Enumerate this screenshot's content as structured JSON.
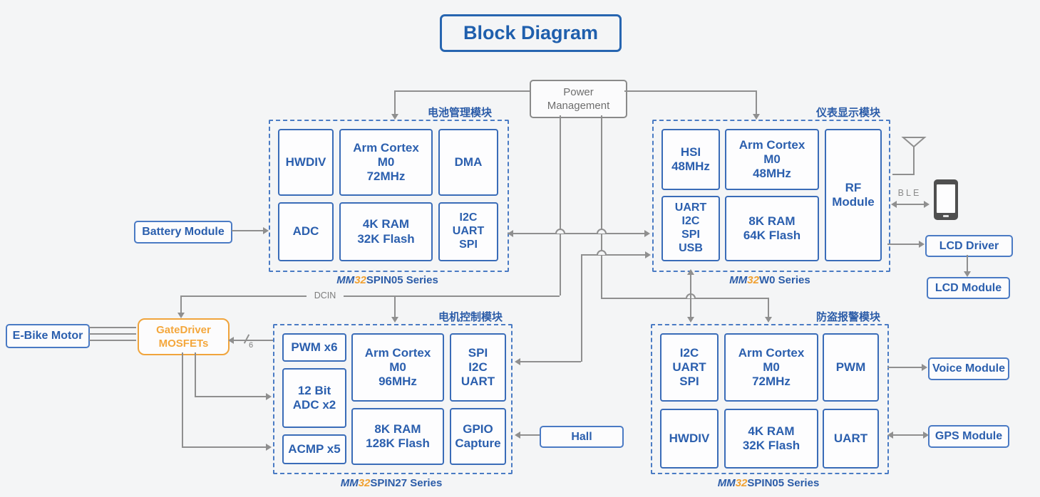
{
  "title": "Block Diagram",
  "power_management": "Power\nManagement",
  "labels": {
    "dcin": "DCIN",
    "ble": "BLE",
    "bus_width": "6"
  },
  "groups": {
    "battery": {
      "caption": "电池管理模块",
      "series": {
        "mm": "MM",
        "num": "32",
        "rest": "SPIN05 Series"
      },
      "boxes": {
        "hwdiv": "HWDIV",
        "cortex": "Arm Cortex\nM0\n72MHz",
        "dma": "DMA",
        "adc": "ADC",
        "mem": "4K RAM\n32K Flash",
        "comm": "I2C\nUART\nSPI"
      }
    },
    "display": {
      "caption": "仪表显示模块",
      "series": {
        "mm": "MM",
        "num": "32",
        "rest": "W0 Series"
      },
      "boxes": {
        "hsi": "HSI\n48MHz",
        "cortex": "Arm Cortex\nM0\n48MHz",
        "rf": "RF\nModule",
        "comm": "UART\nI2C\nSPI\nUSB",
        "mem": "8K RAM\n64K Flash"
      }
    },
    "motor": {
      "caption": "电机控制模块",
      "series": {
        "mm": "MM",
        "num": "32",
        "rest": "SPIN27 Series"
      },
      "boxes": {
        "pwm": "PWM x6",
        "adc": "12 Bit\nADC x2",
        "acmp": "ACMP x5",
        "cortex": "Arm Cortex\nM0\n96MHz",
        "mem": "8K RAM\n128K Flash",
        "comm": "SPI\nI2C\nUART",
        "gpio": "GPIO\nCapture"
      }
    },
    "alarm": {
      "caption": "防盗报警模块",
      "series": {
        "mm": "MM",
        "num": "32",
        "rest": "SPIN05 Series"
      },
      "boxes": {
        "comm": "I2C\nUART\nSPI",
        "cortex": "Arm Cortex\nM0\n72MHz",
        "pwm": "PWM",
        "hwdiv": "HWDIV",
        "mem": "4K RAM\n32K Flash",
        "uart": "UART"
      }
    }
  },
  "external": {
    "battery_module": "Battery Module",
    "ebike_motor": "E-Bike Motor",
    "gatedriver": "GateDriver\nMOSFETs",
    "hall": "Hall",
    "lcd_driver": "LCD Driver",
    "lcd_module": "LCD Module",
    "voice_module": "Voice Module",
    "gps_module": "GPS Module"
  },
  "colors": {
    "background": "#f4f5f6",
    "blue_text": "#2b5fae",
    "blue_border": "#3a6cb8",
    "title_blue": "#1f5fad",
    "orange": "#f0a43c",
    "line_gray": "#8f8f8f",
    "gray_text": "#6e6e6e"
  }
}
